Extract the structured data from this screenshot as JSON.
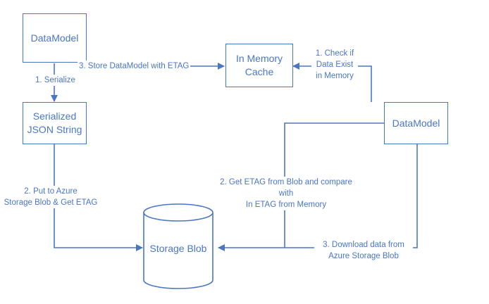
{
  "nodes": {
    "datamodel_left": "DataModel",
    "serialized_json": "Serialized\nJSON String",
    "memory_cache": "In Memory\nCache",
    "datamodel_right": "DataModel",
    "storage_blob": "Storage Blob"
  },
  "edges": {
    "serialize": "1. Serialize",
    "store": "3. Store DataModel with ETAG",
    "check": "1. Check if\nData Exist\nin Memory",
    "put": "2. Put to Azure\nStorage Blob & Get ETAG",
    "get_etag": "2. Get ETAG from Blob and compare with\nIn ETAG from Memory",
    "download": "3. Download data from\nAzure Storage Blob"
  },
  "colors": {
    "accent": "#4a76c4",
    "background": "#ffffff"
  }
}
